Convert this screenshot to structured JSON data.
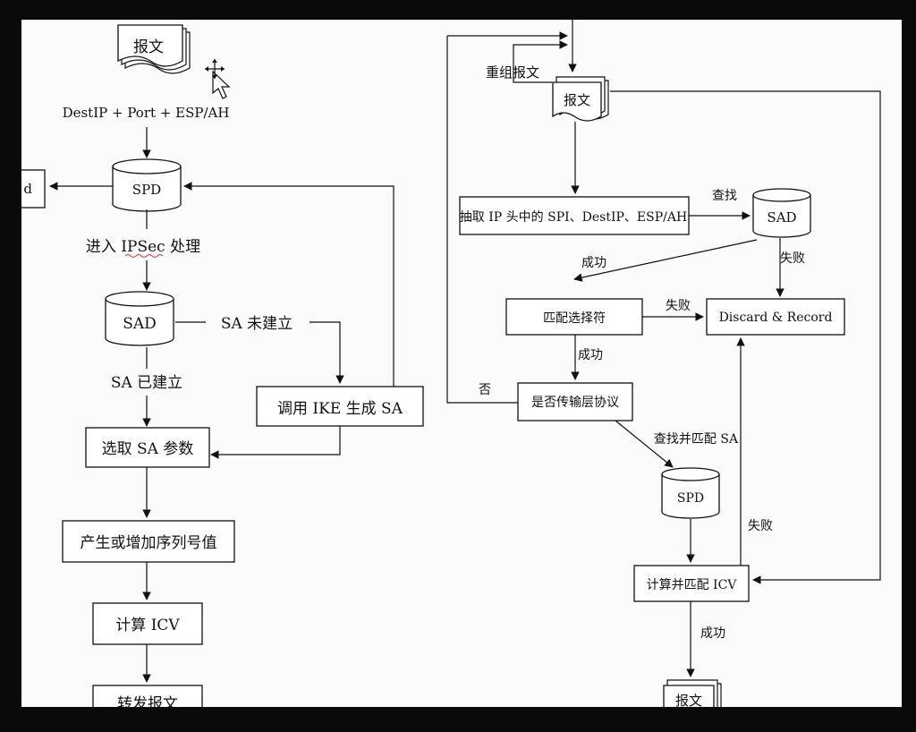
{
  "left_flow": {
    "doc_top": "报文",
    "header_fields": "DestIP + Port + ESP/AH",
    "spd": "SPD",
    "discard_partial": "d",
    "enter_ipsec": "进入 IPSec 处理",
    "sad": "SAD",
    "sa_not_established": "SA 未建立",
    "sa_established": "SA 已建立",
    "call_ike": "调用 IKE 生成 SA",
    "select_sa_params": "选取 SA 参数",
    "gen_seq": "产生或增加序列号值",
    "compute_icv": "计算 ICV",
    "forward_packet": "转发报文"
  },
  "right_flow": {
    "reassemble": "重组报文",
    "doc_in": "报文",
    "extract": "抽取 IP 头中的 SPI、DestIP、ESP/AH",
    "lookup": "查找",
    "sad": "SAD",
    "success1": "成功",
    "fail1": "失败",
    "match_selector": "匹配选择符",
    "fail2": "失败",
    "discard_record": "Discard & Record",
    "success2": "成功",
    "no": "否",
    "is_transport": "是否传输层协议",
    "lookup_match_sa": "查找并匹配 SA",
    "spd": "SPD",
    "fail3": "失败",
    "compute_match_icv": "计算并匹配 ICV",
    "success3": "成功",
    "doc_out": "报文"
  }
}
